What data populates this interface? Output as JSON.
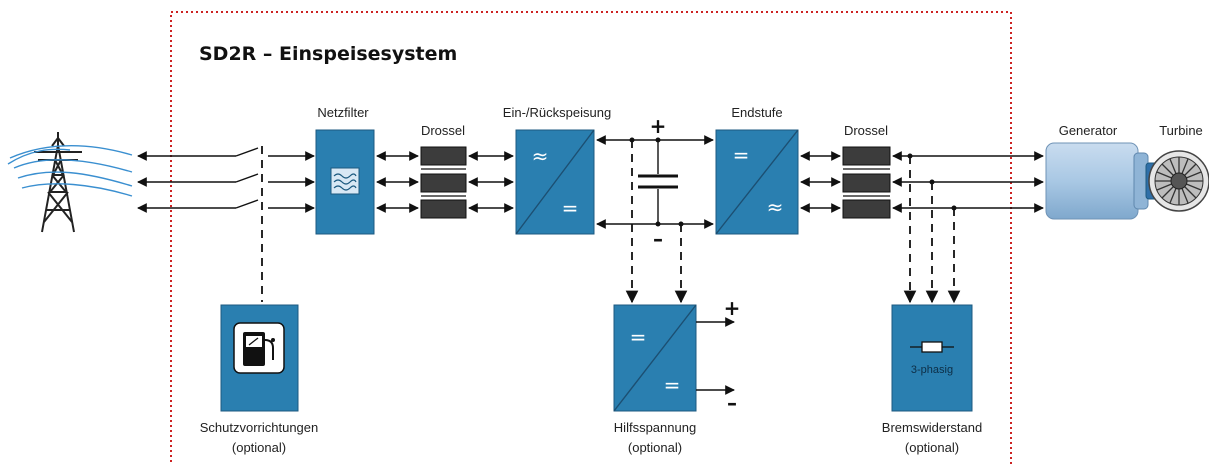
{
  "title": "SD2R – Einspeisesystem",
  "labels": {
    "netzfilter": "Netzfilter",
    "drossel_1": "Drossel",
    "ein_rueck": "Ein-/Rückspeisung",
    "endstufe": "Endstufe",
    "drossel_2": "Drossel",
    "generator": "Generator",
    "turbine": "Turbine",
    "schutz": "Schutzvorrichtungen",
    "schutz_opt": "(optional)",
    "hilfs": "Hilfsspannung",
    "hilfs_opt": "(optional)",
    "brems": "Bremswiderstand",
    "brems_opt": "(optional)",
    "brems_inner": "3-phasig"
  },
  "symbols": {
    "approx": "≈",
    "equal": "=",
    "plus": "+",
    "minus": "–"
  },
  "colors": {
    "block_fill": "#2a7fb0",
    "block_stroke": "#1c5a80",
    "choke_fill": "#3c3c3c",
    "boundary": "#cc2222",
    "generator": "#a9c8e4",
    "wire": "#111111"
  },
  "icons": [
    "power-tower-icon",
    "filter-icon",
    "meter-icon",
    "resistor-icon",
    "turbine-icon"
  ]
}
